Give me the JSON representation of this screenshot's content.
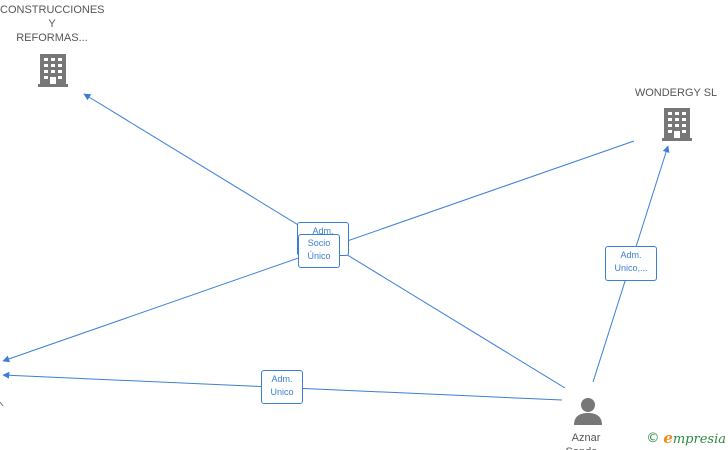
{
  "nodes": {
    "construcciones": {
      "label": "CONSTRUCCIONES\nY\nREFORMAS...",
      "icon": "building-icon"
    },
    "wondergy": {
      "label": "WONDERGY  SL",
      "icon": "building-icon"
    },
    "aznar": {
      "label": "Aznar\nSando...",
      "icon": "person-icon"
    }
  },
  "edge_labels": {
    "adm_top": "Adm.\n",
    "socio": "Socio\nÚnico",
    "adm_unico_right": "Adm.\nUnico,...",
    "adm_unico_bottom": "Adm.\nUnico"
  },
  "watermark": {
    "symbol": "©",
    "brand_initial": "e",
    "brand_rest": "mpresia"
  },
  "colors": {
    "edge": "#3a7fd5",
    "icon": "#777777",
    "label": "#555555",
    "brand_green": "#2a8a3c",
    "brand_orange": "#f08a1c"
  }
}
